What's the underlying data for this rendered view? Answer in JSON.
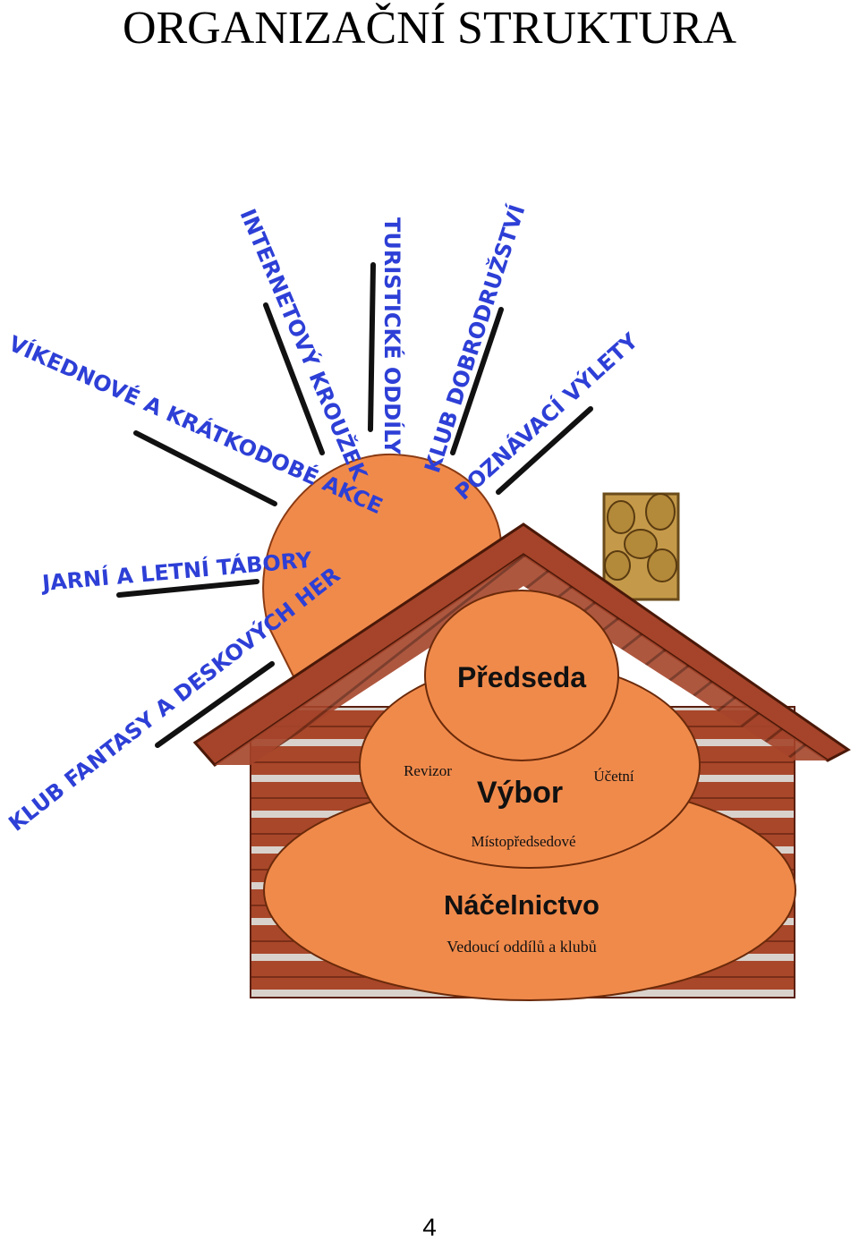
{
  "title": "ORGANIZAČNÍ STRUKTURA",
  "page_number": "4",
  "rays": {
    "internet": "INTERNETOVÝ KROUŽEK",
    "tourist": "TURISTICKÉ ODDÍLY",
    "adventure": "KLUB DOBRODRUŽSTVÍ",
    "weekend": "VÍKEDNOVÉ A KRÁTKODOBÉ AKCE",
    "trips": "POZNÁVACÍ VÝLETY",
    "camps": "JARNÍ A LETNÍ TÁBORY",
    "fantasy": "KLUB FANTASY A DESKOVÝCH HER"
  },
  "levels": {
    "top": "Předseda",
    "middle": "Výbor",
    "middle_left": "Revizor",
    "middle_right": "Účetní",
    "middle_bottom": "Místopředsedové",
    "bottom": "Náčelnictvo",
    "bottom_sub": "Vedoucí oddílů a klubů"
  },
  "colors": {
    "ray_text": "#2d3fd6",
    "sun": "#f08a4b",
    "wood": "#a9472a",
    "stone": "#c49a4a"
  }
}
